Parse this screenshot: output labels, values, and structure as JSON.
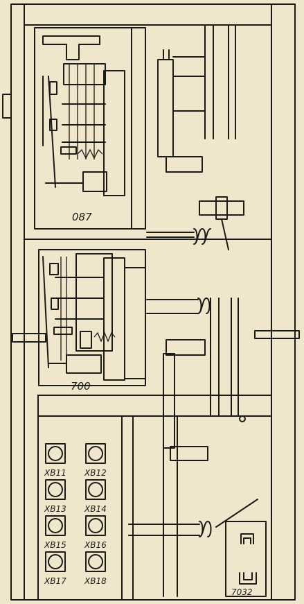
{
  "labels": {
    "unit_upper": "087",
    "unit_lower": "700",
    "block_bottom": "7032"
  },
  "sockets": [
    {
      "id": "XB11"
    },
    {
      "id": "XB12"
    },
    {
      "id": "XB13"
    },
    {
      "id": "XB14"
    },
    {
      "id": "XB15"
    },
    {
      "id": "XB16"
    },
    {
      "id": "XB17"
    },
    {
      "id": "XB18"
    }
  ],
  "colors": {
    "paper": "#efe6cc",
    "ink": "#1c1a16"
  }
}
